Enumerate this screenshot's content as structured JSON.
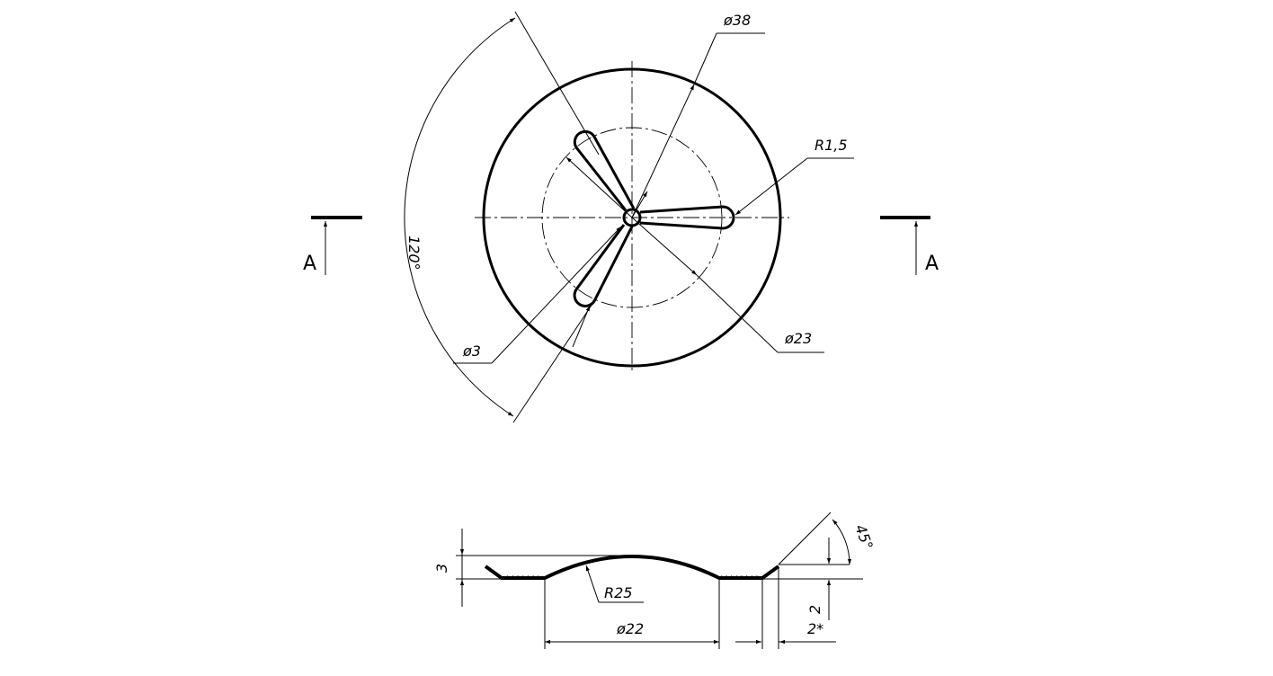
{
  "dimensions": {
    "d38": "ø38",
    "r15": "R1,5",
    "d23": "ø23",
    "d3": "ø3",
    "angle120": "120°",
    "d22": "ø22",
    "r25": "R25",
    "h3": "3",
    "h2": "2",
    "h2star": "2*",
    "angle45": "45°"
  },
  "section": {
    "left_label": "A",
    "right_label": "A"
  }
}
